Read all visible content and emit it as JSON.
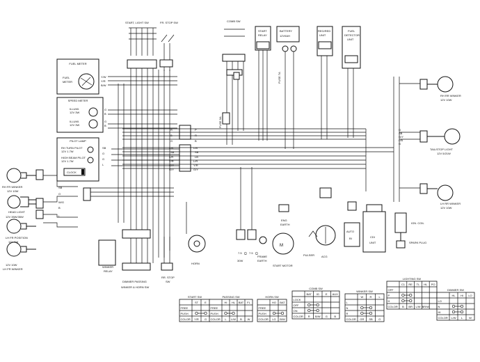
{
  "left": {
    "fuel_meter": {
      "title": "FUEL METER",
      "inner": [
        "FUEL",
        "METER"
      ],
      "wires": [
        "Y/W",
        "Y/R",
        "B/W"
      ]
    },
    "speed_meter": {
      "title": "SPEED METER",
      "lines": [
        "ILLUMI.",
        "12V 3W",
        "ILLUMI.",
        "12V 3W"
      ],
      "wires": [
        "G",
        "B",
        "G",
        "B"
      ]
    },
    "pilot_lamp": {
      "title": "PILOT LAMP",
      "lines": [
        "RH TURN PILOT",
        "12V 1.7W",
        "HIGH BEAM PILOT",
        "12V 1.7W"
      ],
      "clock": "CLOCK",
      "wires": [
        "SB",
        "O",
        "G",
        "L"
      ]
    },
    "rh_fr_winker": {
      "label": "RH FR WINKER",
      "spec": "12V 10W"
    },
    "head_light": {
      "label": "HEAD LIGHT",
      "spec": "12V 35W/35W"
    },
    "lh_fr_position": {
      "label": "LH FR POSITION",
      "spec": "12V 5W"
    },
    "lh_fr_winker": {
      "label": "LH FR WINKER",
      "spec": "12V 10W"
    },
    "wires_left": [
      "SB",
      "O",
      "W/G",
      "B",
      "L",
      "Y/W",
      "G",
      "B"
    ]
  },
  "center": {
    "start_light_sw": "START, LIGHT SW",
    "fr_stop_sw": "FR. STOP SW",
    "comb_sw": "COMB SW",
    "start_relay": {
      "label": "START",
      "sub": "RELAY"
    },
    "battery": {
      "label": "BATTERY",
      "spec": "12V9AH"
    },
    "regred": {
      "label": "REG/RED",
      "sub": "UNIT"
    },
    "fuel_detector": {
      "label": "FUEL",
      "sub": "DETECTOR",
      "sub2": "UNIT"
    },
    "fuse": "FUSE 7A",
    "fuse_small": "FUSE 5A",
    "horn": "HORN",
    "winker_relay": {
      "label": "WINKER",
      "sub": "RELAY"
    },
    "dimmer_label": "DIMMER  PASSING",
    "winker_horn_label": "WINKER &      HORN SW",
    "rr_stop": {
      "label": "RR. STOP",
      "sub": "SW"
    },
    "seven_a": "7.5",
    "ohm_a": "Ω",
    "thirty_w": "30W",
    "seven_b": "7.5",
    "ohm_b": "Ω",
    "frame": "FRAME",
    "earth": "EARTH",
    "eng_earth": {
      "label": "ENG",
      "sub": "EARTH"
    },
    "start_motor": "START MOTOR",
    "motor_letter": "M",
    "pulser": "PULSER",
    "acg": "ACG",
    "auto_bi": {
      "label": "AUTO",
      "sub": "BI"
    },
    "cdi": {
      "label": "CDI",
      "sub": "UNIT"
    },
    "ign_coil": "IGN. COIL",
    "spark_plug": "SPARK PLUG",
    "bus_labels_left": [
      "R",
      "B",
      "G",
      "L/B",
      "SB",
      "L/R",
      "Y/R",
      "G/Y",
      "G/Y"
    ],
    "bus_labels_right": [
      "P",
      "R",
      "B",
      "L/B",
      "SB",
      "LB",
      "L/R",
      "Y/R",
      "G/Y"
    ]
  },
  "right": {
    "rh_rr_winker": {
      "label": "RH RR WINKER",
      "spec": "12V 10W"
    },
    "tail_stop": {
      "label": "TAIL/STOP LIGHT",
      "spec": "12V 5/21W"
    },
    "lh_rr_winker": {
      "label": "LH RR WINKER",
      "spec": "12V 10W"
    },
    "wires": [
      "O",
      "SB",
      "G/Y",
      "L/B",
      "G"
    ]
  },
  "tables": [
    {
      "title": "START SW",
      "cols": [
        "",
        "ST",
        "E"
      ],
      "rows": [
        "FREE",
        "PUSH",
        "COLOR"
      ],
      "colors": [
        "Y/R",
        "G"
      ]
    },
    {
      "title": "PASSING SW",
      "cols": [
        "",
        "HI",
        "HL",
        "BAT",
        "FL"
      ],
      "rows": [
        "FREE",
        "PUSH",
        "COLOR"
      ],
      "colors": [
        "L",
        "L/W",
        "B",
        "W"
      ]
    },
    {
      "title": "HORN SW",
      "cols": [
        "",
        "HO",
        "BAT"
      ],
      "rows": [
        "FREE",
        "PUSH",
        "COLOR"
      ],
      "colors": [
        "LG",
        "B/W"
      ]
    },
    {
      "title": "COMB SW",
      "cols": [
        "",
        "BAT",
        "IG",
        "E",
        "AUX"
      ],
      "rows": [
        "LOCK",
        "OFF",
        "ON",
        "COLOR"
      ],
      "colors": [
        "R",
        "B/W",
        "G",
        "B"
      ]
    },
    {
      "title": "WINKER SW",
      "cols": [
        "",
        "W",
        "R",
        "L"
      ],
      "rows": [
        "L",
        "N",
        "R",
        "COLOR"
      ],
      "colors": [
        "GR",
        "SB",
        "O"
      ]
    },
    {
      "title": "LIGHTING SW",
      "cols": [
        "",
        "C1",
        "RE",
        "TL",
        "HL",
        "PO"
      ],
      "rows": [
        "OFF",
        "P",
        "H",
        "COLOR"
      ],
      "colors": [
        "B",
        "BR",
        "L/W",
        "BR/W"
      ]
    },
    {
      "title": "DIMMER SW",
      "cols": [
        "",
        "HL",
        "HI",
        "LO"
      ],
      "rows": [
        "LO",
        "N",
        "HI",
        "COLOR"
      ],
      "colors": [
        "L/W",
        "L",
        "W"
      ]
    }
  ]
}
